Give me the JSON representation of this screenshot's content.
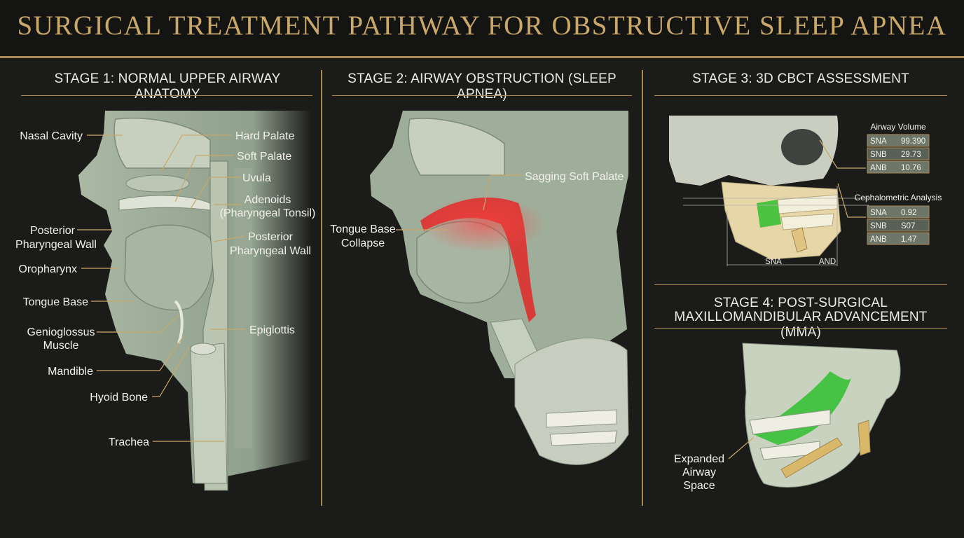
{
  "title": "SURGICAL TREATMENT PATHWAY FOR OBSTRUCTIVE SLEEP APNEA",
  "colors": {
    "accent": "#c9a86a",
    "obstruction": "#e02828",
    "airway": "#2fbf2f",
    "bone": "#d8dccc"
  },
  "stage1": {
    "title": "STAGE 1: NORMAL UPPER AIRWAY ANATOMY",
    "labels": {
      "nasal_cavity": "Nasal Cavity",
      "hard_palate": "Hard Palate",
      "soft_palate": "Soft Palate",
      "uvula": "Uvula",
      "adenoids_1": "Adenoids",
      "adenoids_2": "(Pharyngeal Tonsil)",
      "posterior_left_1": "Posterior",
      "posterior_left_2": "Pharyngeal Wall",
      "posterior_right_1": "Posterior",
      "posterior_right_2": "Pharyngeal Wall",
      "oropharynx": "Oropharynx",
      "tongue_base": "Tongue Base",
      "genioglossus_1": "Genioglossus",
      "genioglossus_2": "Muscle",
      "epiglottis": "Epiglottis",
      "mandible": "Mandible",
      "hyoid_bone": "Hyoid Bone",
      "trachea": "Trachea"
    }
  },
  "stage2": {
    "title": "STAGE 2: AIRWAY OBSTRUCTION (SLEEP APNEA)",
    "labels": {
      "sagging_soft_palate": "Sagging Soft Palate",
      "tongue_collapse_1": "Tongue Base",
      "tongue_collapse_2": "Collapse"
    }
  },
  "stage3": {
    "title": "STAGE 3: 3D CBCT ASSESSMENT",
    "airway_volume": {
      "title": "Airway Volume",
      "rows": [
        {
          "label": "SNA",
          "value": "99.390"
        },
        {
          "label": "SNB",
          "value": "29.73"
        },
        {
          "label": "ANB",
          "value": "10.76"
        }
      ]
    },
    "cephalometric": {
      "title": "Cephalometric Analysis",
      "rows": [
        {
          "label": "SNA",
          "value": "0.92"
        },
        {
          "label": "SNB",
          "value": "S07"
        },
        {
          "label": "ANB",
          "value": "1.47"
        }
      ]
    },
    "axis_labels": {
      "sna": "SNA",
      "and": "AND"
    }
  },
  "stage4": {
    "title_1": "STAGE 4: POST-SURGICAL",
    "title_2": "MAXILLOMANDIBULAR ADVANCEMENT (MMA)",
    "labels": {
      "expanded_1": "Expanded",
      "expanded_2": "Airway",
      "expanded_3": "Space"
    }
  }
}
